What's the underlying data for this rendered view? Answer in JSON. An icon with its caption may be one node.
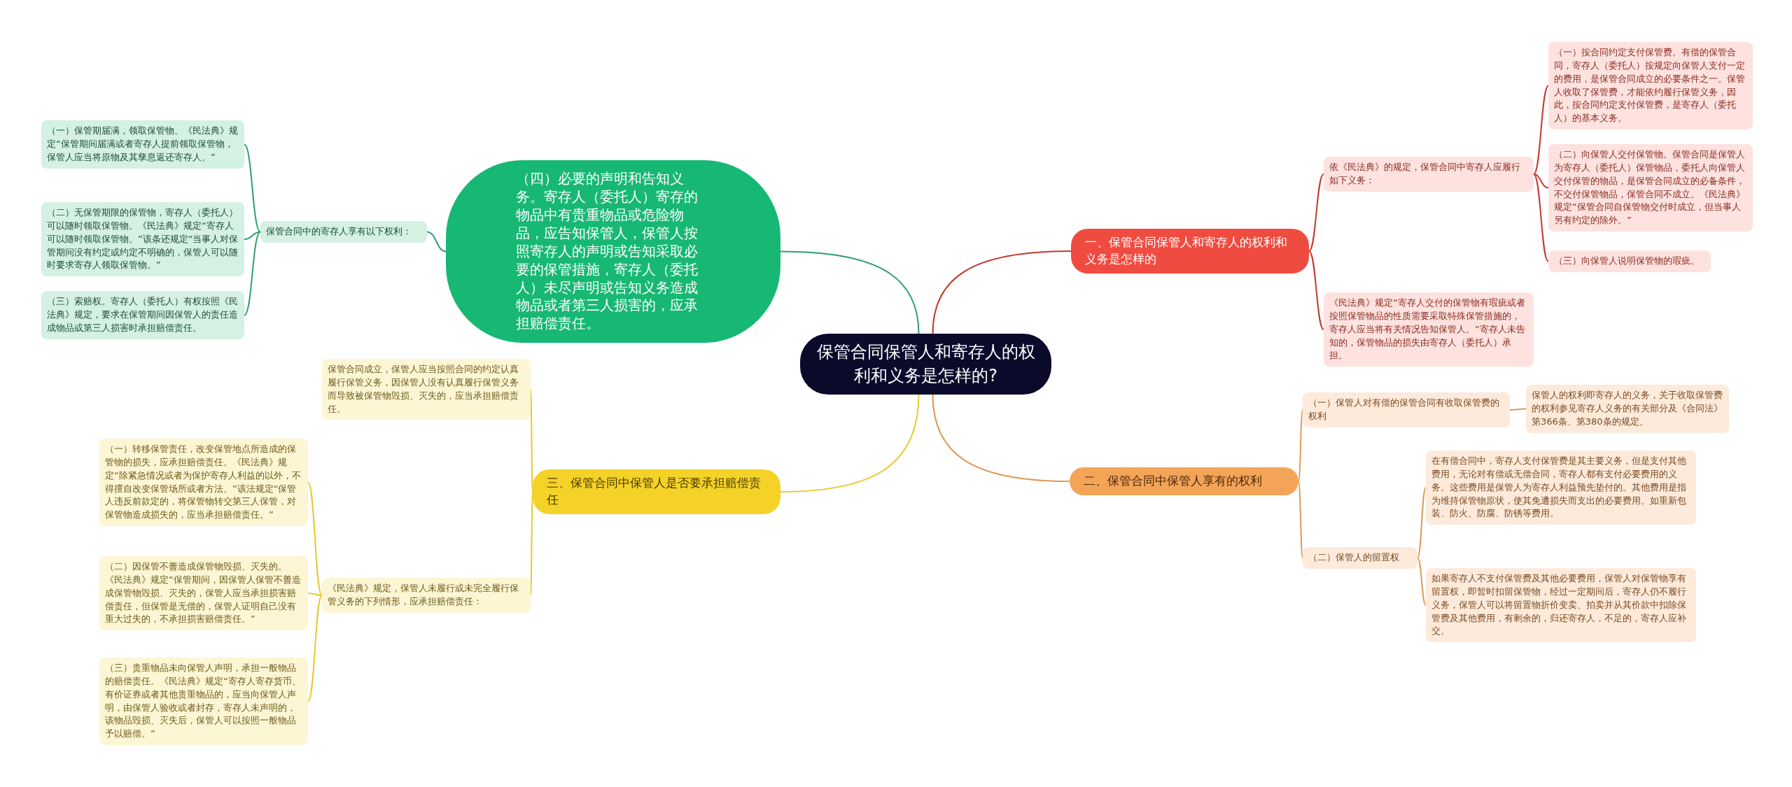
{
  "diagram": {
    "nodes": [
      {
        "text": [
          "保管合同保管人和寄存人的权利和义务是怎样的?"
        ]
      },
      {
        "text": [
          "一、保管合同保管人和寄存人的权利和义务是怎样的"
        ]
      },
      {
        "text": [
          "依《民法典》的规定，保管合同中寄存人应履行如下义务："
        ]
      },
      {
        "text": [
          "（一）按合同约定支付保管费。有偿的保管合同，寄存人（委托人）按规定向保管人支付一定的费用，是保管合同成立的必要条件之一。保管人收取了保管费，才能依约履行保管义务，因此，按合同约定支付保管费，是寄存人（委托人）的基本义务。"
        ]
      },
      {
        "text": [
          "（二）向保管人交付保管物。保管合同是保管人为寄存人（委托人）保管物品，委托人向保管人交付保管的物品，是保管合同成立的必备条件，不交付保管物品，保管合同不成立。《民法典》规定“保管合同自保管物交付时成立，但当事人另有约定的除外。”"
        ]
      },
      {
        "text": [
          "（三）向保管人说明保管物的瑕疵。"
        ]
      },
      {
        "text": [
          "《民法典》规定“寄存人交付的保管物有瑕疵或者按照保管物品的性质需要采取特殊保管措施的，寄存人应当将有关情况告知保管人。”寄存人未告知的，保管物品的损失由寄存人（委托人）承担。"
        ]
      },
      {
        "text": [
          "二、保管合同中保管人享有的权利"
        ]
      },
      {
        "text": [
          "（一）保管人对有偿的保管合同有收取保管费的权利"
        ]
      },
      {
        "text": [
          "保管人的权利即寄存人的义务，关于收取保管费的权利参见寄存人义务的有关部分及《合同法》第366条、第380条的规定。"
        ]
      },
      {
        "text": [
          "（二）保管人的留置权"
        ]
      },
      {
        "text": [
          "在有偿合同中，寄存人支付保管费是其主要义务，但是支付其他费用，无论对有偿或无偿合同，寄存人都有支付必要费用的义务。这些费用是保管人为寄存人利益预先垫付的。其他费用是指为维持保管物原状，使其免遭损失而支出的必要费用。如重新包装、防火、防腐、防锈等费用。"
        ]
      },
      {
        "text": [
          "如果寄存人不支付保管费及其他必要费用，保管人对保管物享有留置权，即暂时扣留保管物，经过一定期间后，寄存人仍不履行义务，保管人可以将留置物折价变卖、拍卖并从其价款中扣除保管费及其他费用，有剩余的，归还寄存人，不足的，寄存人应补交。"
        ]
      },
      {
        "text": [
          "三、保管合同中保管人是否要承担赔偿责任"
        ]
      },
      {
        "text": [
          "保管合同成立，保管人应当按照合同的约定认真履行保管义务，因保管人没有认真履行保管义务而导致被保管物毁损、灭失的，应当承担赔偿责任。"
        ]
      },
      {
        "text": [
          "《民法典》规定，保管人未履行或未完全履行保管义务的下列情形，应承担赔偿责任："
        ]
      },
      {
        "text": [
          "（一）转移保管责任，改变保管地点所造成的保管物的损失，应承担赔偿责任。《民法典》规定“除紧急情况或者为保护寄存人利益的以外，不得擅自改变保管场所或者方法。”该法规定“保管人违反前款定的，将保管物转交第三人保管，对保管物造成损失的，应当承担赔偿责任。”"
        ]
      },
      {
        "text": [
          "（二）因保管不善造成保管物毁损、灭失的。《民法典》规定“保管期间，因保管人保管不善造成保管物毁损、灭失的，保管人应当承担损害赔偿责任，但保管是无偿的，保管人证明自己没有重大过失的，不承担损害赔偿责任。”"
        ]
      },
      {
        "text": [
          "（三）贵重物品未向保管人声明，承担一般物品的赔偿责任。《民法典》规定“寄存人寄存货币、有价证券或者其他贵重物品的，应当向保管人声明，由保管人验收或者封存，寄存人未声明的，该物品毁损、灭失后，保管人可以按照一般物品予以赔偿。”"
        ]
      },
      {
        "text": [
          "（四）必要的声明和告知义务。寄存人（委托人）寄存的物品中有贵重物品或危险物品，应告知保管人，保管人按照寄存人的声明或告知采取必要的保管措施，寄存人（委托人）未尽声明或告知义务造成物品或者第三人损害的，应承担赔偿责任。"
        ]
      },
      {
        "text": [
          "保管合同中的寄存人享有以下权利："
        ]
      },
      {
        "text": [
          "（一）保管期届满，领取保管物。《民法典》规定“保管期间届满或者寄存人提前领取保管物，保管人应当将原物及其孳息返还寄存人。”"
        ]
      },
      {
        "text": [
          "（二）无保管期限的保管物，寄存人（委托人）可以随时领取保管物。《民法典》规定“寄存人可以随时领取保管物。”该条还规定“当事人对保管期间没有约定或约定不明确的，保管人可以随时要求寄存人领取保管物。”"
        ]
      },
      {
        "text": [
          "（三）索赔权。寄存人（委托人）有权按照《民法典》规定，要求在保管期间因保管人的责任造成物品或第三人损害时承担赔偿责任。"
        ]
      }
    ],
    "edges": [
      {
        "from": 0,
        "to": 1,
        "arrow": "none"
      },
      {
        "from": 1,
        "to": 2,
        "arrow": "none"
      },
      {
        "from": 1,
        "to": 6,
        "arrow": "none"
      },
      {
        "from": 2,
        "to": 3,
        "arrow": "none"
      },
      {
        "from": 2,
        "to": 4,
        "arrow": "none"
      },
      {
        "from": 2,
        "to": 5,
        "arrow": "none"
      },
      {
        "from": 0,
        "to": 7,
        "arrow": "none",
        "color": "#dd9a58"
      },
      {
        "from": 7,
        "to": 8,
        "arrow": "none",
        "color": "#dd9a58"
      },
      {
        "from": 7,
        "to": 10,
        "arrow": "none",
        "color": "#dd9a58"
      },
      {
        "from": 8,
        "to": 9,
        "arrow": "none",
        "color": "#dd9a58"
      },
      {
        "from": 10,
        "to": 11,
        "arrow": "none",
        "color": "#dd9a58"
      },
      {
        "from": 10,
        "to": 12,
        "arrow": "none",
        "color": "#dd9a58"
      },
      {
        "from": 0,
        "to": 13,
        "arrow": "none",
        "color": "#e8c92e"
      },
      {
        "from": 13,
        "to": 14,
        "arrow": "none",
        "color": "#e8c92e"
      },
      {
        "from": 13,
        "to": 15,
        "arrow": "none",
        "color": "#e8c92e"
      },
      {
        "from": 15,
        "to": 16,
        "arrow": "none",
        "color": "#e8c92e"
      },
      {
        "from": 15,
        "to": 17,
        "arrow": "none",
        "color": "#e8c92e"
      },
      {
        "from": 15,
        "to": 18,
        "arrow": "none",
        "color": "#e8c92e"
      },
      {
        "from": 0,
        "to": 19,
        "arrow": "none",
        "color": "#2e9e6e"
      },
      {
        "from": 19,
        "to": 20,
        "arrow": "none",
        "color": "#2e9e6e"
      },
      {
        "from": 20,
        "to": 21,
        "arrow": "none",
        "color": "#2e9e6e"
      },
      {
        "from": 20,
        "to": 22,
        "arrow": "none",
        "color": "#2e9e6e"
      },
      {
        "from": 20,
        "to": 23,
        "arrow": "none",
        "color": "#2e9e6e"
      }
    ]
  }
}
